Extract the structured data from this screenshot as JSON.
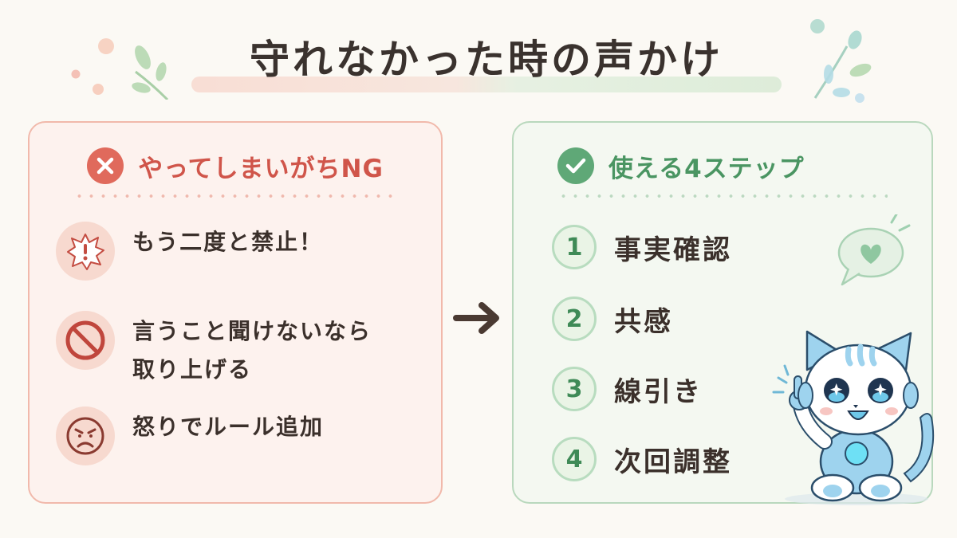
{
  "title": "守れなかった時の声かけ",
  "colors": {
    "background": "#fbf9f4",
    "ng_accent": "#d0554a",
    "ng_card_bg": "#fdf2ee",
    "ng_border": "#f1b9ab",
    "ok_accent": "#4a9562",
    "ok_card_bg": "#f4f8f1",
    "ok_border": "#b9d8bd",
    "text": "#3b302b"
  },
  "ng_card": {
    "header_icon": "x-circle-icon",
    "header": "やってしまいがちNG",
    "items": [
      {
        "icon": "exclamation-burst-icon",
        "lines": [
          "もう二度と禁止！"
        ]
      },
      {
        "icon": "prohibited-icon",
        "lines": [
          "言うこと聞けないなら",
          "取り上げる"
        ]
      },
      {
        "icon": "angry-face-icon",
        "lines": [
          "怒りでルール追加"
        ]
      }
    ]
  },
  "arrow": "right-arrow-icon",
  "ok_card": {
    "header_icon": "check-circle-icon",
    "header": "使える4ステップ",
    "steps": [
      {
        "num": "1",
        "label": "事実確認"
      },
      {
        "num": "2",
        "label": "共感"
      },
      {
        "num": "3",
        "label": "線引き"
      },
      {
        "num": "4",
        "label": "次回調整"
      }
    ],
    "illustrations": [
      "heart-speech-bubble-icon",
      "robot-cat-mascot"
    ]
  }
}
